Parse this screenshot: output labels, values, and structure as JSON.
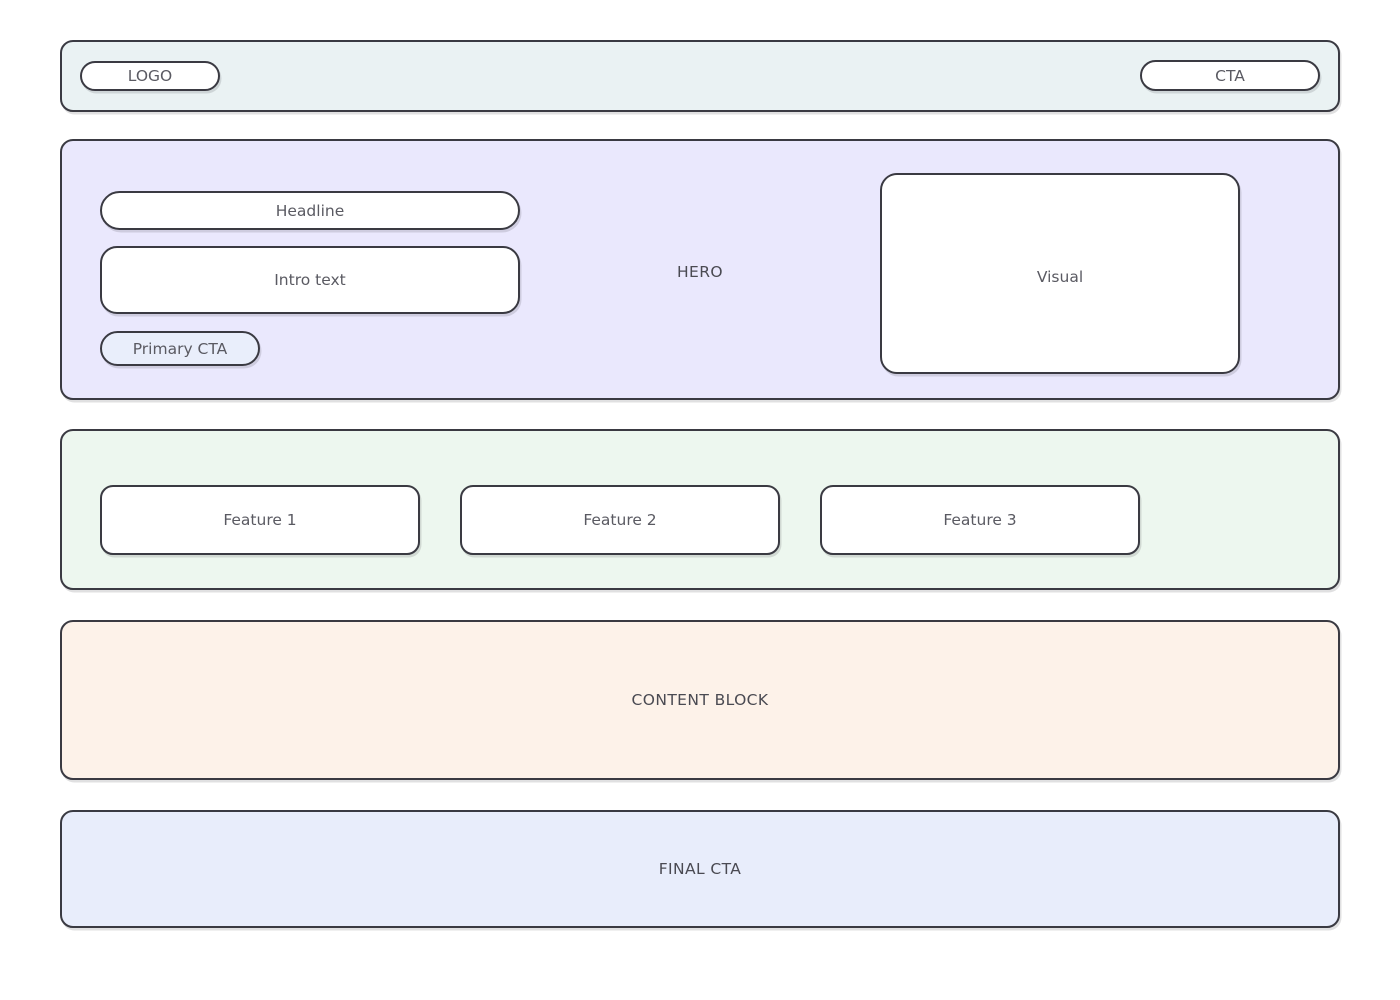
{
  "page": {
    "background_color": "#ffffff",
    "border_color": "#3a3a42",
    "text_color": "#4a4a52"
  },
  "header": {
    "label": "",
    "background_color": "#eaf2f3",
    "logo": "LOGO",
    "cta": "CTA"
  },
  "hero": {
    "label": "HERO",
    "background_color": "#eae8fd",
    "headline": "Headline",
    "intro": "Intro text",
    "primary_cta": "Primary CTA",
    "primary_cta_color": "#e9eefb",
    "visual": "Visual"
  },
  "features": {
    "background_color": "#edf7ef",
    "cards": [
      {
        "label": "Feature 1"
      },
      {
        "label": "Feature 2"
      },
      {
        "label": "Feature 3"
      }
    ]
  },
  "content_block": {
    "label": "CONTENT BLOCK",
    "background_color": "#fdf2e9"
  },
  "final_cta": {
    "label": "FINAL CTA",
    "background_color": "#e8edfb"
  }
}
